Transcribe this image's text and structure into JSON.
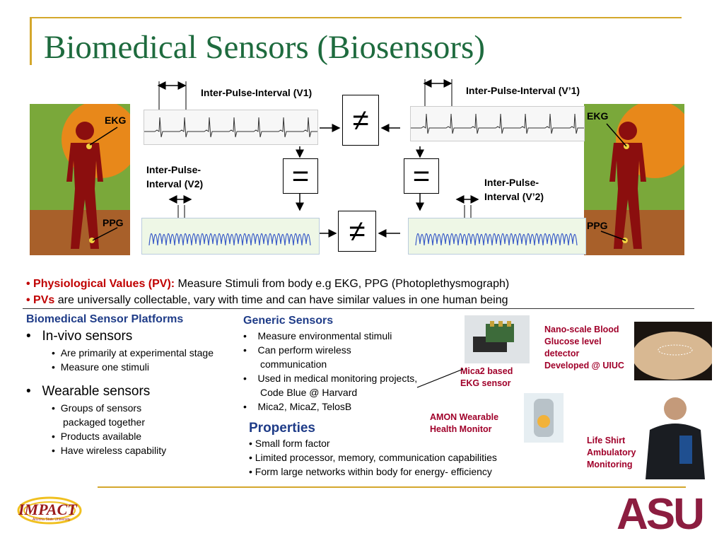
{
  "slide": {
    "title": "Biomedical Sensors (Biosensors)"
  },
  "diagram": {
    "ipi_v1": "Inter-Pulse-Interval (V1)",
    "ipi_v1_prime": "Inter-Pulse-Interval (V’1)",
    "ipi_v2_line1": "Inter-Pulse-",
    "ipi_v2_line2": "Interval (V2)",
    "ipi_v2p_line1": "Inter-Pulse-",
    "ipi_v2p_line2": "Interval (V’2)",
    "ekg_left": "EKG",
    "ekg_right": "EKG",
    "ppg_left": "PPG",
    "ppg_right": "PPG",
    "not_equal": "≠",
    "equal": "="
  },
  "summary": {
    "pv_label": "Physiological Values (PV):",
    "pv_text": " Measure Stimuli from body   e.g EKG, PPG (Photoplethysmograph)",
    "pvs_label": "PVs",
    "pvs_text": " are universally collectable, vary with time and can have similar values in one human being"
  },
  "platforms": {
    "heading": "Biomedical Sensor Platforms",
    "invivo": "In-vivo sensors",
    "invivo_items": [
      "Are primarily at experimental stage",
      "Measure one stimuli"
    ],
    "wearable": "Wearable sensors",
    "wearable_items": [
      "Groups of sensors packaged together",
      "Products available",
      "Have wireless capability"
    ]
  },
  "generic": {
    "heading": "Generic Sensors",
    "items": [
      "Measure environmental stimuli",
      "Can perform wireless communication",
      "Used in medical monitoring projects, Code Blue @ Harvard",
      "Mica2, MicaZ, TelosB"
    ]
  },
  "properties": {
    "heading": "Properties",
    "items": [
      "• Small form factor",
      "• Limited processor, memory,  communication capabilities",
      "• Form large networks within body for energy- efficiency"
    ]
  },
  "captions": {
    "mica2_l1": "Mica2 based",
    "mica2_l2": "EKG sensor",
    "amon_l1": "AMON Wearable",
    "amon_l2": "Health Monitor",
    "nano_l1": "Nano-scale Blood",
    "nano_l2": "Glucose level",
    "nano_l3": "detector",
    "nano_l4": "Developed @ UIUC",
    "life_l1": "Life Shirt",
    "life_l2": "Ambulatory",
    "life_l3": "Monitoring"
  },
  "logos": {
    "impact": "IMPACT",
    "impact_sub": "Arizona State University",
    "asu": "ASU"
  },
  "colors": {
    "title_green": "#1e6b3e",
    "accent_gold": "#d4a72c",
    "red_label": "#c00000",
    "heading_blue": "#1f3c88",
    "figure_red": "#8b0e0e"
  }
}
